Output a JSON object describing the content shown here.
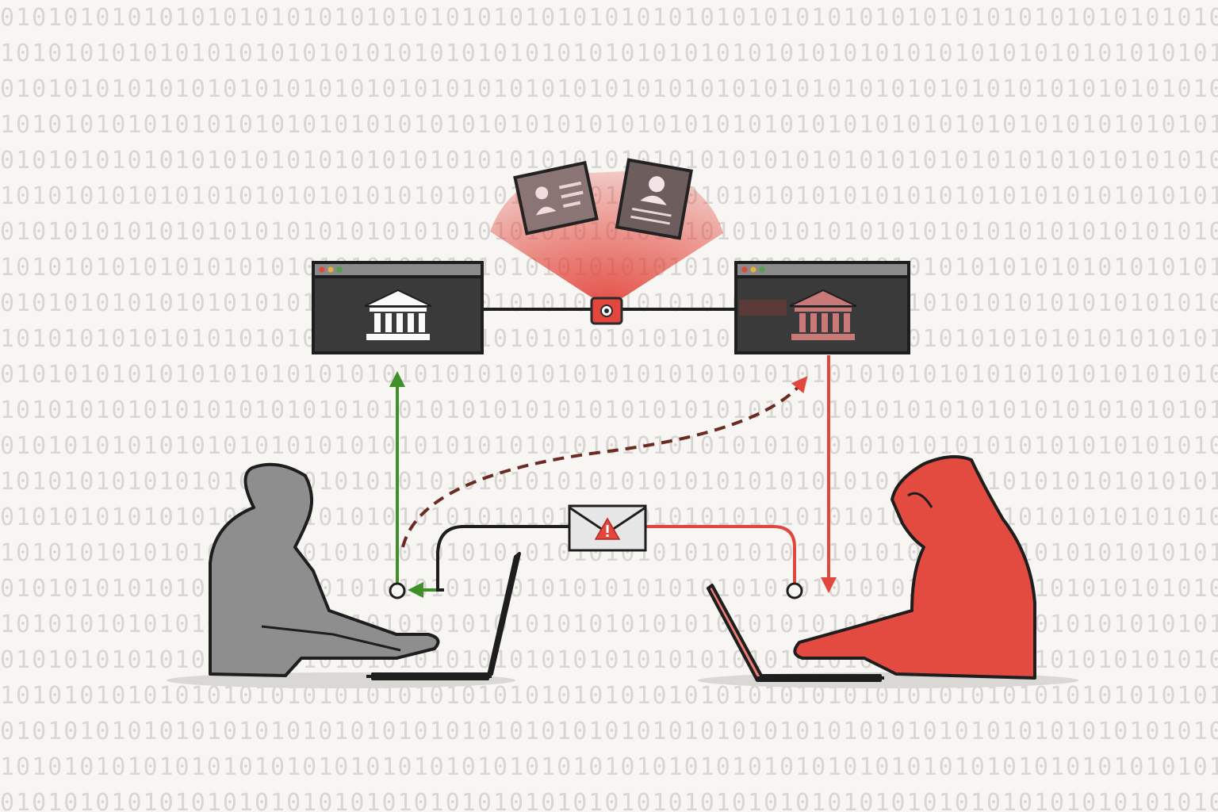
{
  "background": {
    "pattern_unit": "01",
    "color": "#d7d6d2"
  },
  "colors": {
    "legit_accent": "#3f8f2a",
    "attack_accent": "#e2463c",
    "window_dark": "#3a3a3a",
    "victim_fill": "#8e8e8e",
    "attacker_fill": "#e34a40"
  },
  "nodes": {
    "legit_site": {
      "icon": "bank-icon",
      "role": "genuine bank website window"
    },
    "fake_site": {
      "icon": "bank-icon",
      "role": "spoofed bank website window"
    },
    "interceptor": {
      "icon": "eye-device-icon"
    },
    "stolen_cards": {
      "icon": "id-card-icon",
      "count": 2
    },
    "phishing_email": {
      "icon": "envelope-warning-icon"
    },
    "victim": {
      "icon": "person-laptop-icon"
    },
    "attacker": {
      "icon": "hooded-person-laptop-icon"
    }
  }
}
